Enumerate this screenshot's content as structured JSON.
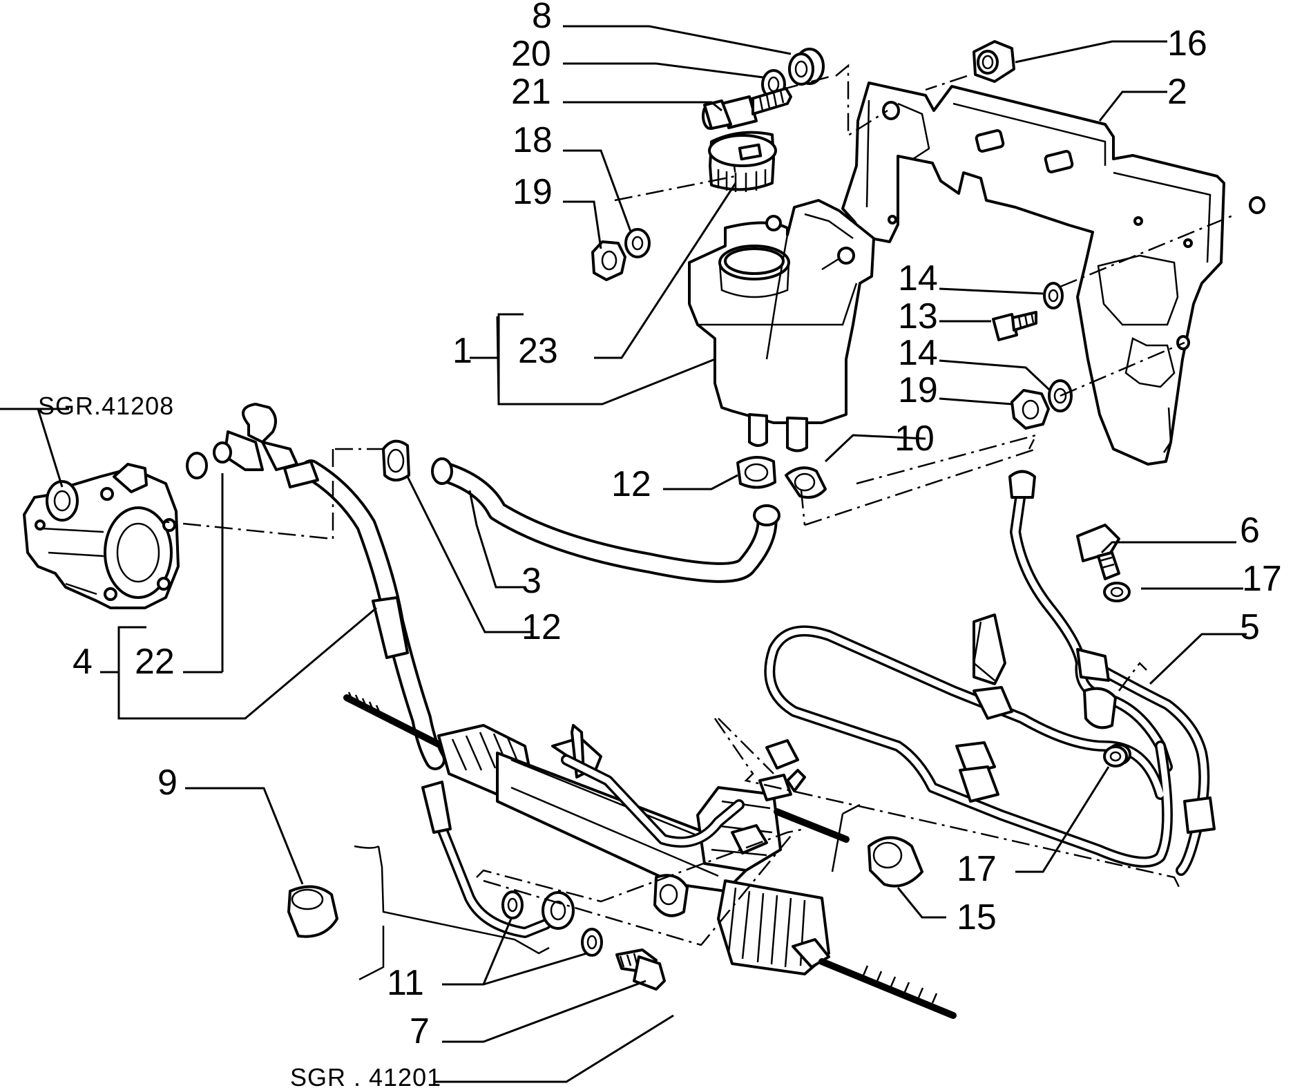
{
  "labels": {
    "l1": "1",
    "l2": "2",
    "l3": "3",
    "l4": "4",
    "l5": "5",
    "l6": "6",
    "l7": "7",
    "l8": "8",
    "l9": "9",
    "l10": "10",
    "l11": "11",
    "l12a": "12",
    "l12b": "12",
    "l13": "13",
    "l14a": "14",
    "l14b": "14",
    "l15": "15",
    "l16": "16",
    "l17a": "17",
    "l17b": "17",
    "l18": "18",
    "l19a": "19",
    "l19b": "19",
    "l20": "20",
    "l21": "21",
    "l22": "22",
    "l23": "23"
  },
  "references": {
    "pump": "SGR.41208",
    "rack": "SGR . 41201"
  }
}
